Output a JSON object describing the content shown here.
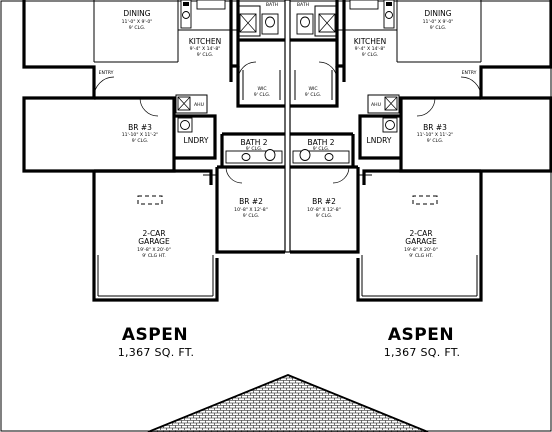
{
  "units": [
    {
      "side": "left",
      "plan_name": "ASPEN",
      "area": "1,367 SQ. FT.",
      "rooms": {
        "dining": {
          "name": "DINING",
          "size": "11'-0\" X 9'-0\"",
          "clg": "9' CLG."
        },
        "kitchen": {
          "name": "KITCHEN",
          "size": "9'-4\" X 14'-8\"",
          "clg": "9' CLG."
        },
        "bath_top": {
          "name": "BATH"
        },
        "entry": {
          "name": "ENTRY"
        },
        "wic": {
          "name": "WIC",
          "clg": "9' CLG."
        },
        "br3": {
          "name": "BR #3",
          "size": "11'-10\" X 11'-2\"",
          "clg": "9' CLG."
        },
        "ahu": {
          "name": "AHU"
        },
        "laundry": {
          "name": "LNDRY"
        },
        "bath2": {
          "name": "BATH 2",
          "clg": "9' CLG."
        },
        "br2": {
          "name": "BR #2",
          "size": "10'-8\" X 12'-8\"",
          "clg": "9' CLG."
        },
        "garage": {
          "name": "2-CAR",
          "name2": "GARAGE",
          "size": "19'-8\" X 20'-0\"",
          "clg": "9' CLG HT."
        }
      }
    },
    {
      "side": "right",
      "plan_name": "ASPEN",
      "area": "1,367 SQ. FT.",
      "rooms": {
        "dining": {
          "name": "DINING",
          "size": "11'-0\" X 9'-0\"",
          "clg": "9' CLG."
        },
        "kitchen": {
          "name": "KITCHEN",
          "size": "9'-4\" X 14'-8\"",
          "clg": "9' CLG."
        },
        "bath_top": {
          "name": "BATH"
        },
        "entry": {
          "name": "ENTRY"
        },
        "wic": {
          "name": "WIC",
          "clg": "9' CLG."
        },
        "br3": {
          "name": "BR #3",
          "size": "11'-10\" X 11'-2\"",
          "clg": "9' CLG."
        },
        "ahu": {
          "name": "AHU"
        },
        "laundry": {
          "name": "LNDRY"
        },
        "bath2": {
          "name": "BATH 2",
          "clg": "9' CLG."
        },
        "br2": {
          "name": "BR #2",
          "size": "10'-8\" X 12'-8\"",
          "clg": "9' CLG."
        },
        "garage": {
          "name": "2-CAR",
          "name2": "GARAGE",
          "size": "19'-8\" X 20'-0\"",
          "clg": "9' CLG HT."
        }
      }
    }
  ]
}
